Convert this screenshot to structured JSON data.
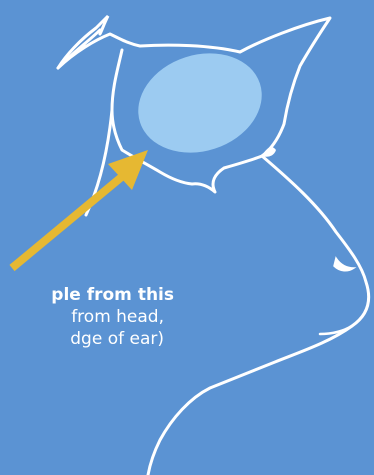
{
  "diagram": {
    "background_color": "#5b93d3",
    "outline_color": "#ffffff",
    "sample_region_color": "#9ccbf1",
    "arrow_color": "#e6b832",
    "caption": {
      "line1": "ple from this",
      "line2": "from head,",
      "line3": "dge of ear)"
    }
  }
}
